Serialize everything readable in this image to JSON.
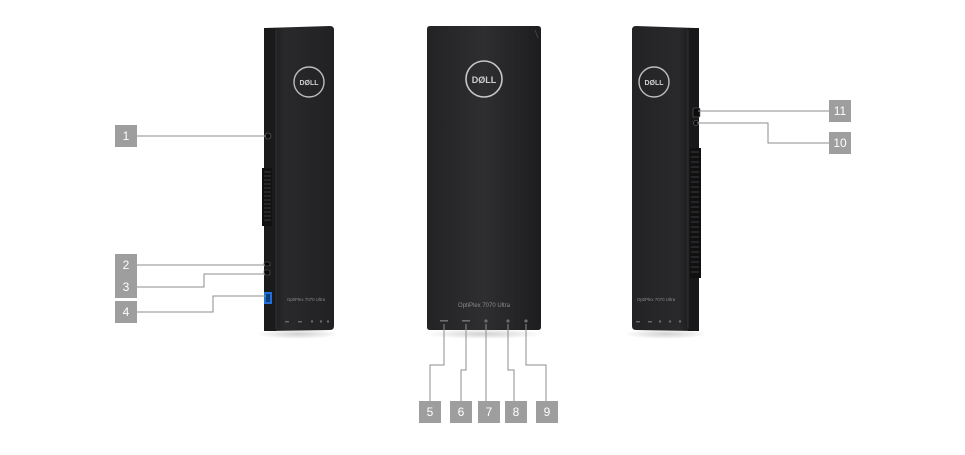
{
  "brand": {
    "logo_text": "DØLL"
  },
  "product": {
    "model": "OptiPlex 7070 Ultra"
  },
  "callouts": {
    "c1": "1",
    "c2": "2",
    "c3": "3",
    "c4": "4",
    "c5": "5",
    "c6": "6",
    "c7": "7",
    "c8": "8",
    "c9": "9",
    "c10": "10",
    "c11": "11"
  },
  "colors": {
    "chassis": "#1c1c1e",
    "callout": "#9e9e9e",
    "leader": "#8c8c8c",
    "usb_blue": "#1f6fd6"
  }
}
